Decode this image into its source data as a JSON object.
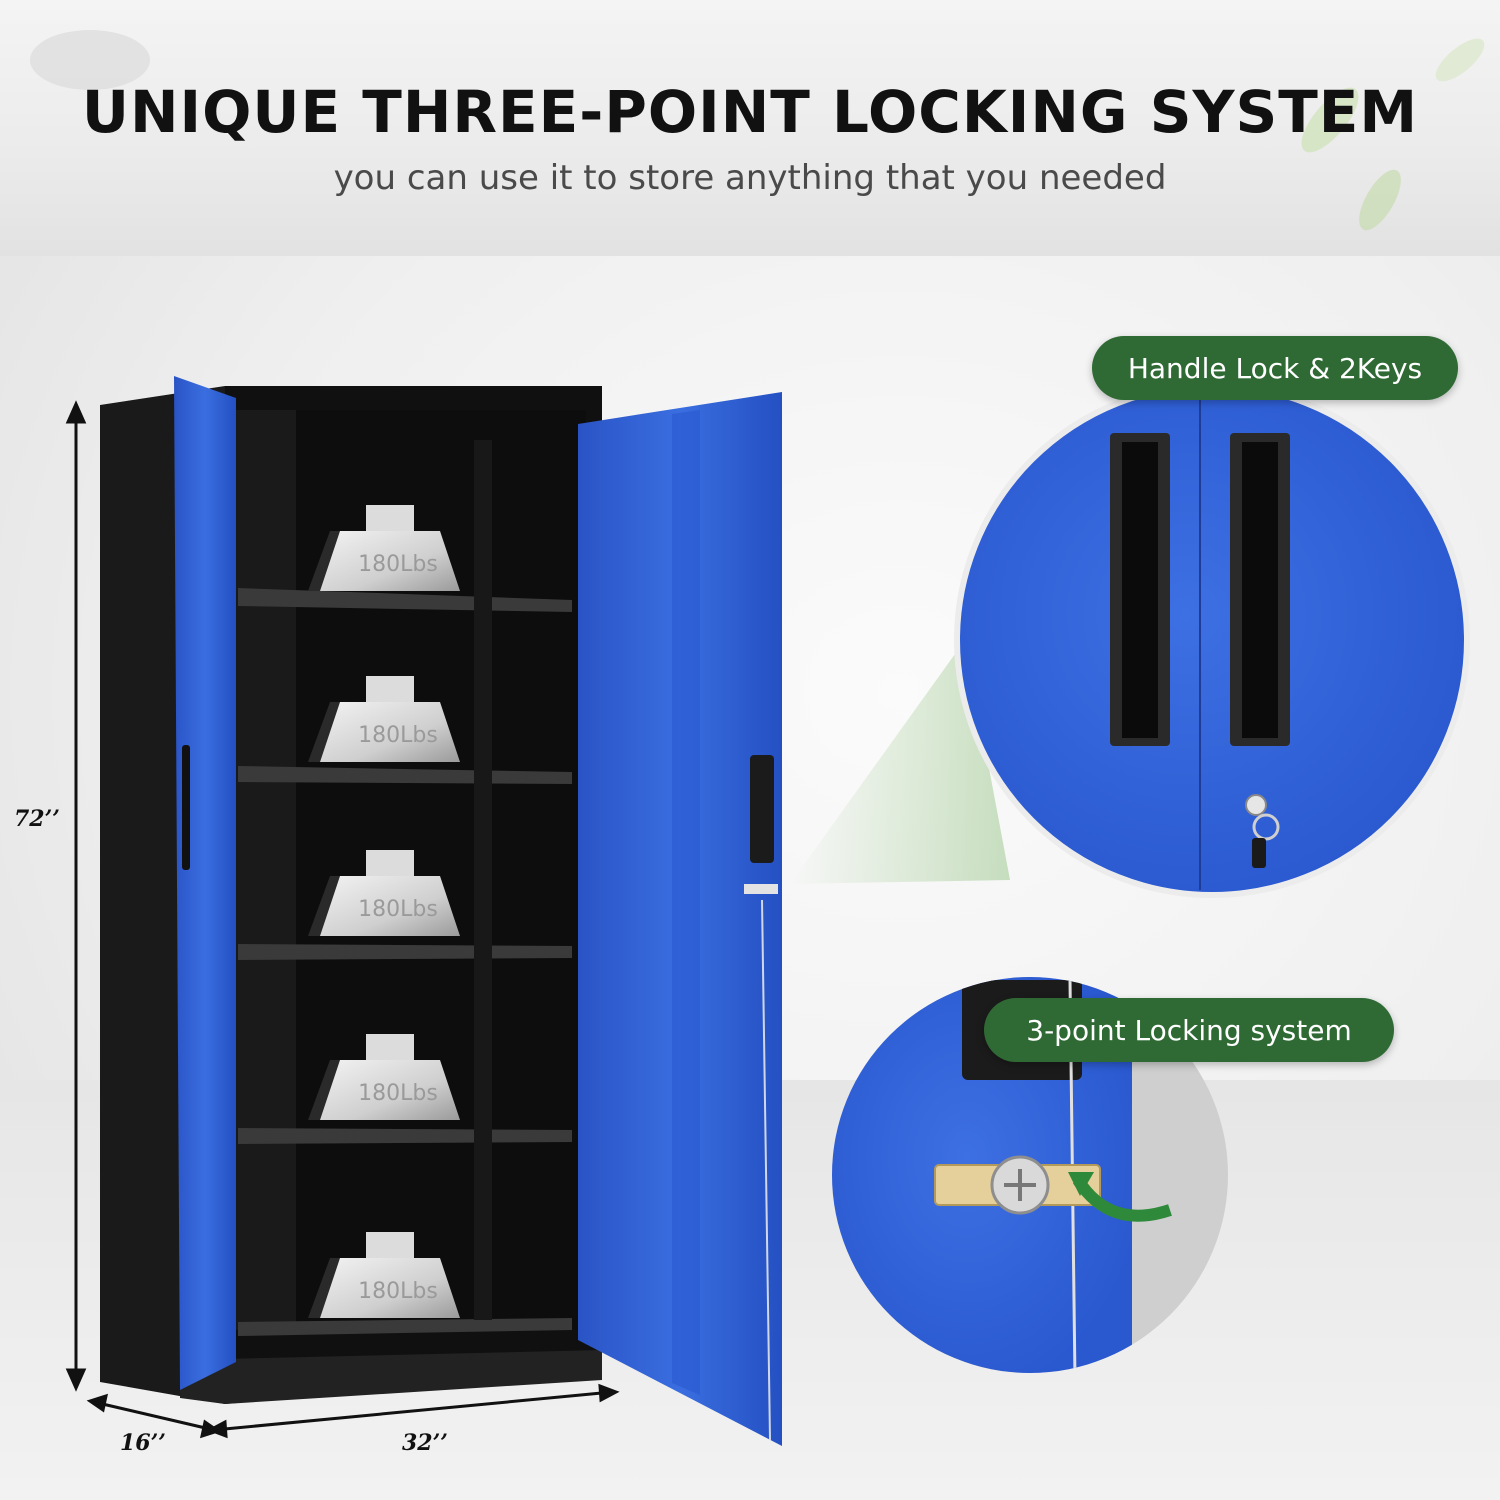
{
  "header": {
    "title": "UNIQUE THREE-POINT LOCKING SYSTEM",
    "subtitle": "you can use it to store anything that you needed"
  },
  "dimensions": {
    "height": "72’’",
    "depth": "16’’",
    "width": "32’’"
  },
  "shelves": {
    "weights": [
      "180Lbs",
      "180Lbs",
      "180Lbs",
      "180Lbs",
      "180Lbs"
    ]
  },
  "callouts": {
    "handle_lock": "Handle Lock & 2Keys",
    "locking_system": "3-point Locking system"
  },
  "colors": {
    "door_blue": "#2f5fd6",
    "cabinet_black": "#151515",
    "callout_green": "#2f6a35"
  },
  "icons": [
    "key-icon",
    "lock-icon",
    "arrow-icon"
  ]
}
